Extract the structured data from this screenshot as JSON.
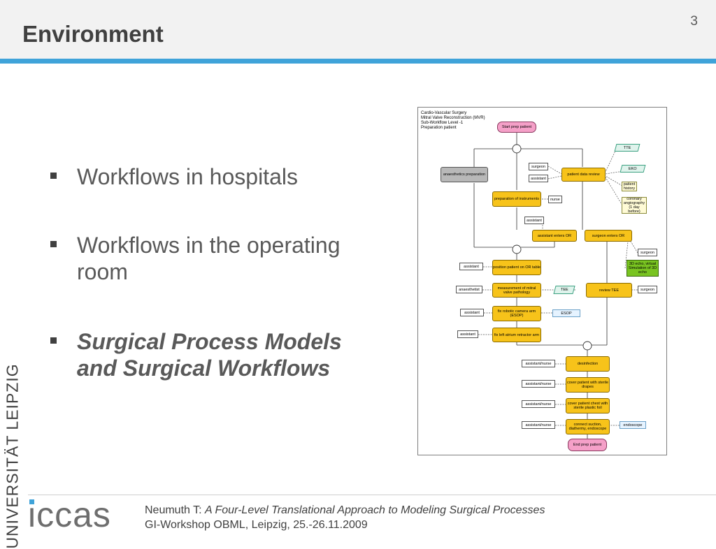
{
  "header": {
    "title": "Environment",
    "page_number": "3"
  },
  "bullets": [
    {
      "text": "Workflows in hospitals"
    },
    {
      "text": "Workflows in the operating room"
    },
    {
      "text": "Surgical Process Models and Surgical Workflows"
    }
  ],
  "diagram": {
    "header_lines": [
      "Cardio-Vascular Surgery",
      "Mitral Valve Reconstruction (MVR)",
      "Sub-Workflow Level -1",
      "Preparation patient"
    ],
    "nodes": {
      "start": "Start prep patient",
      "anaesthetics": "anaesthetics preparation",
      "surgeon_1": "surgeon",
      "assistant_1": "assistant",
      "patient_data_review": "patient data review",
      "tte": "TTE",
      "eko": "EKO",
      "patient_history": "patient history",
      "coronary": "coronary angiography (1 day before)",
      "prep_instruments": "preparation of instruments",
      "nurse": "nurse",
      "assistant_2": "assistant",
      "assistant_enters": "assistant enters OR",
      "surgeon_enters": "surgeon enters OR",
      "surgeon_2": "surgeon",
      "echo": "3D echo, virtual Simulation of 3D echo",
      "assistant_3": "assistant",
      "position_patient": "position patient on OR table",
      "anaesthetist": "anaesthetist",
      "measurement": "measurement of mitral valve pathology",
      "tee_1": "TEE",
      "review_tee": "review TEE",
      "surgeon_3": "surgeon",
      "assistant_4": "assistant",
      "fix_robotic": "fix robotic camera arm (ESOP)",
      "esop": "ESOP",
      "assistant_5": "assistant",
      "fix_left_atrium": "fix left atrium retractor arm",
      "an_1": "assistant/nurse",
      "desinfection": "desinfection",
      "an_2": "assistant/nurse",
      "cover_drapes": "cover patient with sterile drapes",
      "an_3": "assistant/nurse",
      "cover_chest": "cover patient chest with sterile plastic foil",
      "an_4": "assistant/nurse",
      "connect": "connect suction, diathermy, endoscope",
      "endoscope": "endoscope",
      "end": "End prep patient"
    }
  },
  "footer": {
    "logo_vertical": "UNIVERSITÄT LEIPZIG",
    "logo_iccas": "iccas",
    "ref_author": "Neumuth T: ",
    "ref_title": "A Four-Level Translational Approach to Modeling Surgical Processes",
    "ref_event": "GI-Workshop OBML, Leipzig, 25.-26.11.2009"
  },
  "colors": {
    "accent": "#3fa3d9",
    "function": "#f7c31a",
    "event": "#f5a0c8",
    "green": "#79c421"
  }
}
